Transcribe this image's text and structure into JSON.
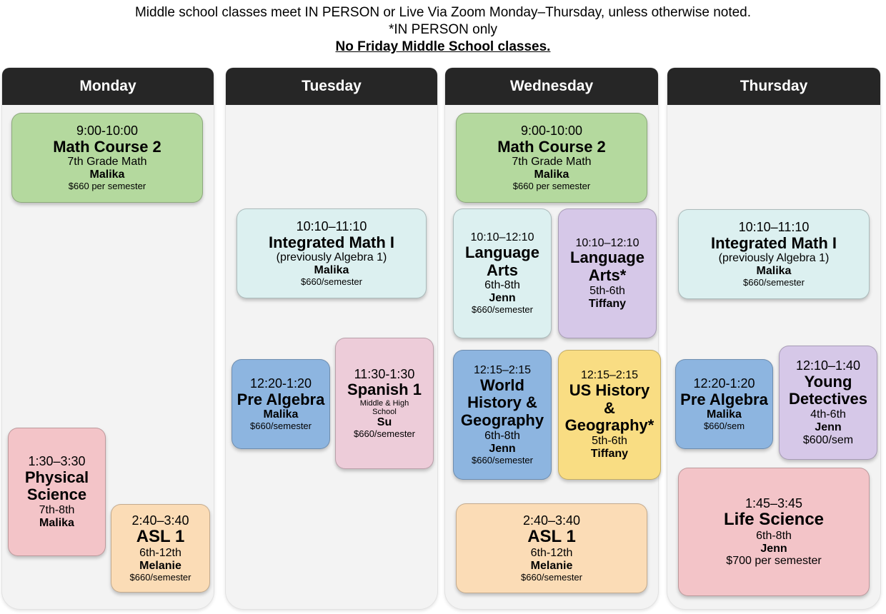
{
  "header": {
    "line1": "Middle school classes meet IN PERSON or Live Via Zoom Monday–Thursday, unless otherwise noted.",
    "line2": "*IN PERSON only",
    "line3": "No Friday Middle School classes."
  },
  "days": {
    "monday": "Monday",
    "tuesday": "Tuesday",
    "wednesday": "Wednesday",
    "thursday": "Thursday"
  },
  "mon": {
    "math": {
      "time": "9:00-10:00",
      "name": "Math Course 2",
      "grade": "7th Grade Math",
      "teacher": "Malika",
      "price": "$660 per semester"
    },
    "physci": {
      "time": "1:30–3:30",
      "name1": "Physical",
      "name2": "Science",
      "grade": "7th-8th",
      "teacher": "Malika"
    },
    "asl": {
      "time": "2:40–3:40",
      "name": "ASL 1",
      "grade": "6th-12th",
      "teacher": "Melanie",
      "price": "$660/semester"
    }
  },
  "tue": {
    "intmath": {
      "time": "10:10–11:10",
      "name": "Integrated Math I",
      "note": "(previously Algebra 1)",
      "teacher": "Malika",
      "price": "$660/semester"
    },
    "prealg": {
      "time": "12:20-1:20",
      "name": "Pre Algebra",
      "teacher": "Malika",
      "price": "$660/semester"
    },
    "spanish": {
      "time": "11:30-1:30",
      "name": "Spanish 1",
      "level1": "Middle & High",
      "level2": "School",
      "teacher": "Su",
      "price": "$660/semester"
    }
  },
  "wed": {
    "math": {
      "time": "9:00-10:00",
      "name": "Math Course 2",
      "grade": "7th Grade Math",
      "teacher": "Malika",
      "price": "$660 per semester"
    },
    "la1": {
      "time": "10:10–12:10",
      "name1": "Language",
      "name2": "Arts",
      "grade": "6th-8th",
      "teacher": "Jenn",
      "price": "$660/semester"
    },
    "la2": {
      "time": "10:10–12:10",
      "name1": "Language",
      "name2": "Arts*",
      "grade": "5th-6th",
      "teacher": "Tiffany"
    },
    "wh": {
      "time": "12:15–2:15",
      "name1": "World",
      "name2": "History &",
      "name3": "Geography",
      "grade": "6th-8th",
      "teacher": "Jenn",
      "price": "$660/semester"
    },
    "us": {
      "time": "12:15–2:15",
      "name1": "US History",
      "name2": "&",
      "name3": "Geography*",
      "grade": "5th-6th",
      "teacher": "Tiffany"
    },
    "asl": {
      "time": "2:40–3:40",
      "name": "ASL 1",
      "grade": "6th-12th",
      "teacher": "Melanie",
      "price": "$660/semester"
    }
  },
  "thu": {
    "intmath": {
      "time": "10:10–11:10",
      "name": "Integrated Math I",
      "note": "(previously Algebra 1)",
      "teacher": "Malika",
      "price": "$660/semester"
    },
    "prealg": {
      "time": "12:20-1:20",
      "name": "Pre Algebra",
      "teacher": "Malika",
      "price": "$660/sem"
    },
    "yd": {
      "time": "12:10–1:40",
      "name1": "Young",
      "name2": "Detectives",
      "grade": "4th-6th",
      "teacher": "Jenn",
      "price": "$600/sem"
    },
    "life": {
      "time": "1:45–3:45",
      "name": "Life Science",
      "grade": "6th-8th",
      "teacher": "Jenn",
      "price": "$700 per semester"
    }
  },
  "colors": {
    "math": "#b4d99e",
    "integrated_math": "#dcf0f0",
    "blue_classes": "#8db5e0",
    "spanish": "#edccd9",
    "science": "#f3c4c8",
    "asl": "#fbdcb6",
    "in_person_purple": "#d6c8e8",
    "us_history": "#f9dd83",
    "header_bar": "#262626"
  }
}
